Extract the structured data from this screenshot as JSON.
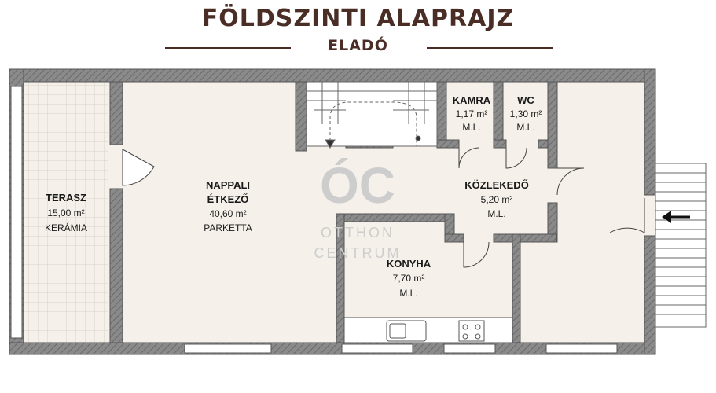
{
  "header": {
    "title": "FÖLDSZINTI ALAPRAJZ",
    "subtitle": "ELADÓ"
  },
  "watermark": {
    "mark": "ÓC",
    "line1": "OTTHON",
    "line2": "CENTRUM"
  },
  "rooms": {
    "terasz": {
      "name": "TERASZ",
      "area": "15,00 m²",
      "material": "KERÁMIA"
    },
    "nappali": {
      "name1": "NAPPALI",
      "name2": "ÉTKEZŐ",
      "area": "40,60 m²",
      "material": "PARKETTA"
    },
    "kamra": {
      "name": "KAMRA",
      "area": "1,17 m²",
      "material": "M.L."
    },
    "wc": {
      "name": "WC",
      "area": "1,30 m²",
      "material": "M.L."
    },
    "kozlekedo": {
      "name": "KÖZLEKEDŐ",
      "area": "5,20 m²",
      "material": "M.L."
    },
    "konyha": {
      "name": "KONYHA",
      "area": "7,70 m²",
      "material": "M.L."
    }
  },
  "colors": {
    "wall": "#7b7b7b",
    "floor": "#f5f1ea",
    "tile": "#d7d1c8",
    "title": "#4a2e26"
  },
  "icons": {
    "entrance": "arrow-left-icon"
  }
}
